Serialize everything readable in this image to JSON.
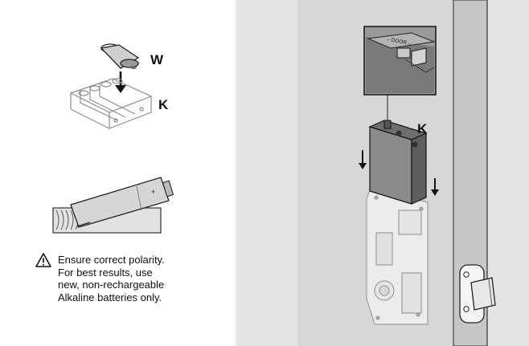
{
  "labels": {
    "w_top": "W",
    "k_top": "K",
    "k_right": "K"
  },
  "note": {
    "line1": "Ensure correct polarity.",
    "line2": "For best results, use",
    "line3": "new, non-rechargeable",
    "line4": "Alkaline batteries only."
  },
  "inset_text": "←DOOR→",
  "battery_plus": "+",
  "icons": {
    "warning": "warning-triangle-icon",
    "arrow": "arrow-down-icon"
  },
  "colors": {
    "panel_right": "#e4e4e4",
    "door_frame": "#a8a8a8",
    "lock_pack": "#8a8a8a"
  }
}
